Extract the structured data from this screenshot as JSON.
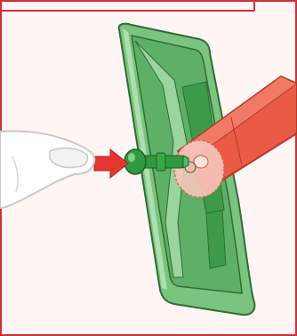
{
  "illustration": {
    "subject": "pressing-push-rivet-into-mirror-mount",
    "parts": [
      "finger",
      "push-direction-arrow",
      "push-rivet",
      "mirror-housing",
      "mirror-arm"
    ]
  },
  "colors": {
    "frame_border": "#d32f3a",
    "background": "#fff5f4",
    "housing_fill": "#7bc47f",
    "housing_dark": "#3d9a4a",
    "housing_outline": "#2f6d36",
    "arm_fill": "#ea5a45",
    "arm_outline": "#b23a2c",
    "arrow": "#e5352f",
    "rivet": "#2f9a3e",
    "finger_fill": "#ffffff",
    "finger_outline": "#c9c9c9"
  }
}
